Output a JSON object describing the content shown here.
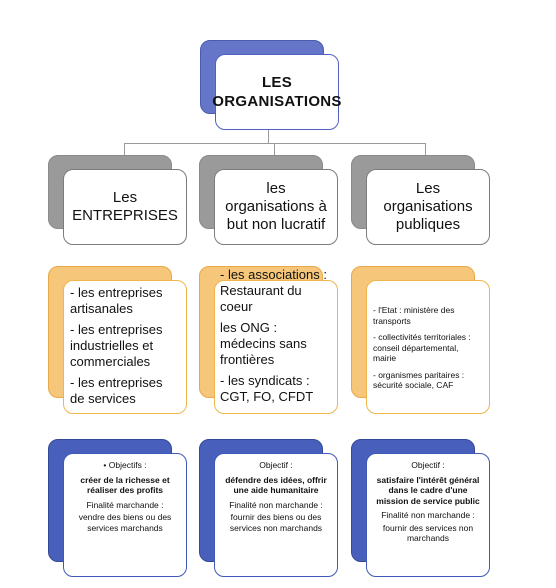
{
  "root": {
    "title": "LES ORGANISATIONS"
  },
  "columns": [
    {
      "category": "Les ENTREPRISES",
      "items": [
        "- les entreprises artisanales",
        "- les entreprises industrielles et commerciales",
        "- les entreprises de services"
      ],
      "objective": {
        "label": "• Objectifs :",
        "main": "créer de la richesse et réaliser des profits",
        "finality_label": "Finalité marchande :",
        "finality_text": "vendre des biens ou des services marchands"
      }
    },
    {
      "category": "les organisations à but non lucratif",
      "items": [
        "- les associations : Restaurant du coeur",
        "les ONG : médecins sans frontières",
        "- les syndicats : CGT, FO, CFDT"
      ],
      "objective": {
        "label": "Objectif :",
        "main": "défendre des idées, offrir une aide humanitaire",
        "finality_label": "Finalité non marchande :",
        "finality_text": "fournir des biens ou des services non marchands"
      }
    },
    {
      "category": "Les organisations publiques",
      "items": [
        "- l'Etat : ministère des transports",
        "- collectivités territoriales : conseil départemental, mairie",
        "- organismes paritaires : sécurité sociale, CAF"
      ],
      "objective": {
        "label": "Objectif :",
        "main": "satisfaire l'intérêt général dans le cadre d'une mission de service public",
        "finality_label": "Finalité non marchande :",
        "finality_text": "fournir des services non marchands"
      }
    }
  ]
}
